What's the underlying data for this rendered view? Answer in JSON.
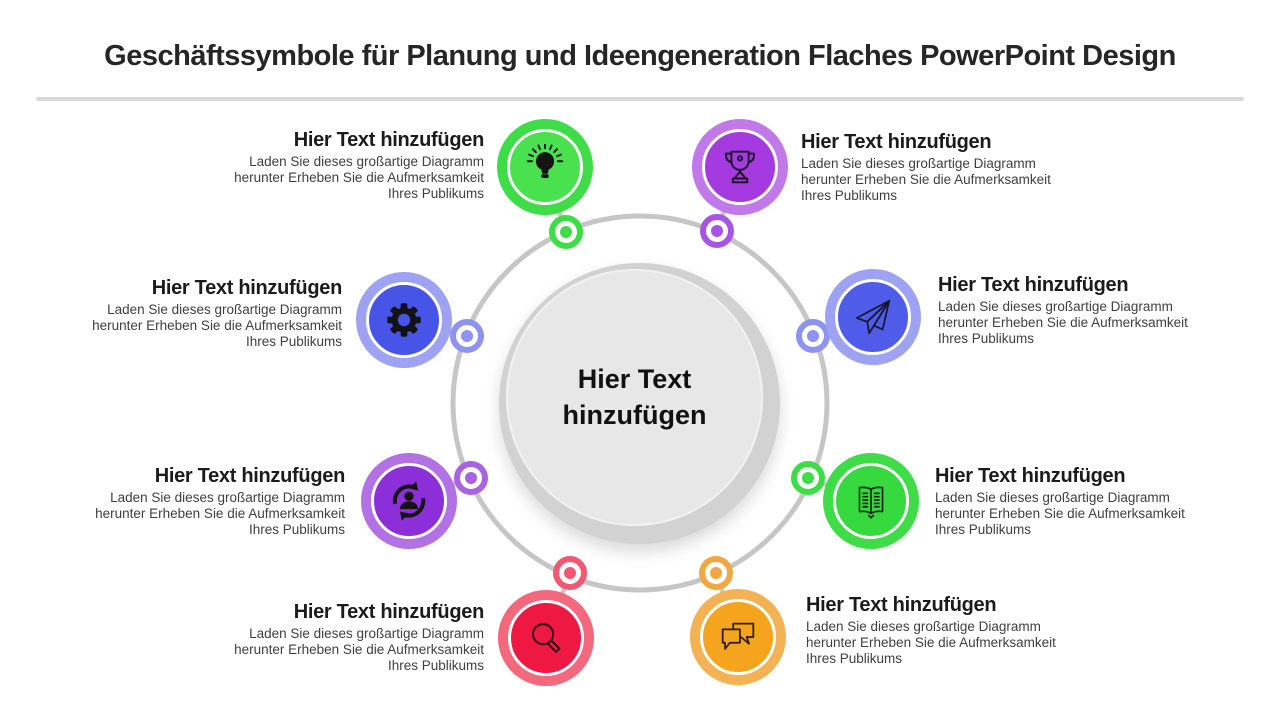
{
  "slide": {
    "title": "Geschäftssymbole für Planung und Ideengeneration Flaches PowerPoint Design",
    "center_label": "Hier Text hinzufügen"
  },
  "palette": {
    "orbit_line": "#c6c6c6",
    "connector_line": "#c9c9c9",
    "center_back": "#d2d2d2",
    "center_front": "#e7e7e7",
    "title_color": "#262626",
    "divider": "#d9d9d9"
  },
  "items": [
    {
      "position": "top-left",
      "icon": "lightbulb-icon",
      "heading": "Hier Text hinzufügen",
      "body": "Laden Sie dieses großartige Diagramm herunter Erheben Sie die Aufmerksamkeit Ihres Publikums",
      "colors": {
        "outer": "#3edd47",
        "inner": "#49e14e",
        "ring": "#3edd47"
      }
    },
    {
      "position": "top-right",
      "icon": "trophy-icon",
      "heading": "Hier Text hinzufügen",
      "body": "Laden Sie dieses großartige Diagramm herunter Erheben Sie die Aufmerksamkeit Ihres Publikums",
      "colors": {
        "outer": "#c178e9",
        "inner": "#a43ae0",
        "ring": "#a855e5"
      }
    },
    {
      "position": "middle-left",
      "icon": "gear-icon",
      "heading": "Hier Text hinzufügen",
      "body": "Laden Sie dieses großartige Diagramm herunter Erheben Sie die Aufmerksamkeit Ihres Publikums",
      "colors": {
        "outer": "#9da3f2",
        "inner": "#4655e8",
        "ring": "#8d93f0"
      }
    },
    {
      "position": "middle-right",
      "icon": "paper-plane-icon",
      "heading": "Hier Text hinzufügen",
      "body": "Laden Sie dieses großartige Diagramm herunter Erheben Sie die Aufmerksamkeit Ihres Publikums",
      "colors": {
        "outer": "#9da3f2",
        "inner": "#4f5ce9",
        "ring": "#8d93f0"
      }
    },
    {
      "position": "lower-left",
      "icon": "user-sync-icon",
      "heading": "Hier Text hinzufügen",
      "body": "Laden Sie dieses großartige Diagramm herunter Erheben Sie die Aufmerksamkeit Ihres Publikums",
      "colors": {
        "outer": "#b272e5",
        "inner": "#8d2fd9",
        "ring": "#a862e2"
      }
    },
    {
      "position": "lower-right",
      "icon": "open-book-icon",
      "heading": "Hier Text hinzufügen",
      "body": "Laden Sie dieses großartige Diagramm herunter Erheben Sie die Aufmerksamkeit Ihres Publikums",
      "colors": {
        "outer": "#3edd47",
        "inner": "#36d93e",
        "ring": "#3edd47"
      }
    },
    {
      "position": "bottom-left",
      "icon": "magnifier-icon",
      "heading": "Hier Text hinzufügen",
      "body": "Laden Sie dieses großartige Diagramm herunter Erheben Sie die Aufmerksamkeit Ihres Publikums",
      "colors": {
        "outer": "#f4687e",
        "inner": "#ee1843",
        "ring": "#f25872"
      }
    },
    {
      "position": "bottom-right",
      "icon": "chat-bubbles-icon",
      "heading": "Hier Text hinzufügen",
      "body": "Laden Sie dieses großartige Diagramm herunter Erheben Sie die Aufmerksamkeit Ihres Publikums",
      "colors": {
        "outer": "#f3b254",
        "inner": "#f5a51d",
        "ring": "#f0a843"
      }
    }
  ]
}
